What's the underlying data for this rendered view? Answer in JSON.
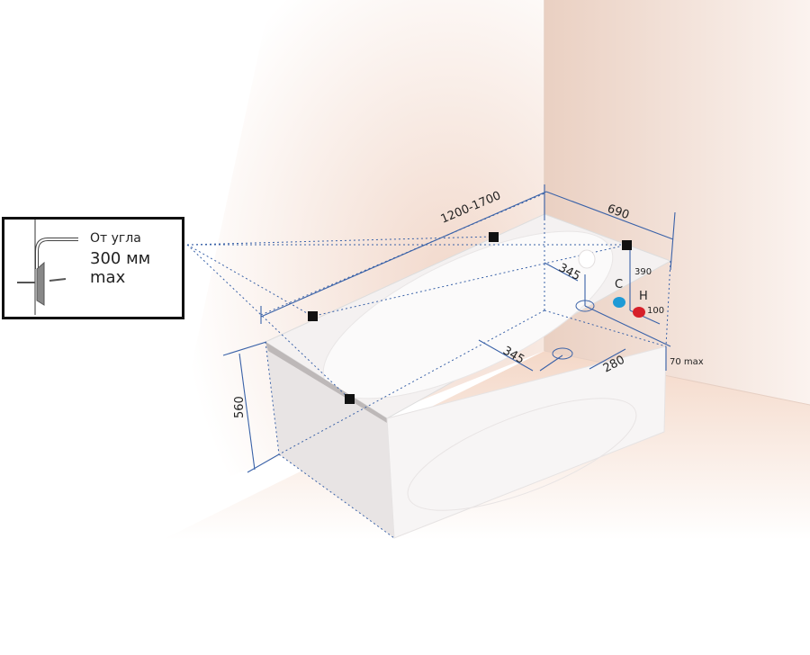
{
  "inset": {
    "line1": "От угла",
    "line2": "300 мм max"
  },
  "dimensions": {
    "length": "1200-1700",
    "width": "690",
    "height": "560",
    "drain_offset_back": "345",
    "drain_offset_side": "345",
    "drain_distance": "280",
    "tap_height": "390",
    "tap_spacing": "100",
    "floor_gap": "70 max"
  },
  "taps": {
    "cold_label": "C",
    "hot_label": "H",
    "cold_color": "#1e9ad6",
    "hot_color": "#d6202a"
  },
  "colors": {
    "dimension_line": "#3a62a8",
    "mount_marker": "#111111"
  }
}
